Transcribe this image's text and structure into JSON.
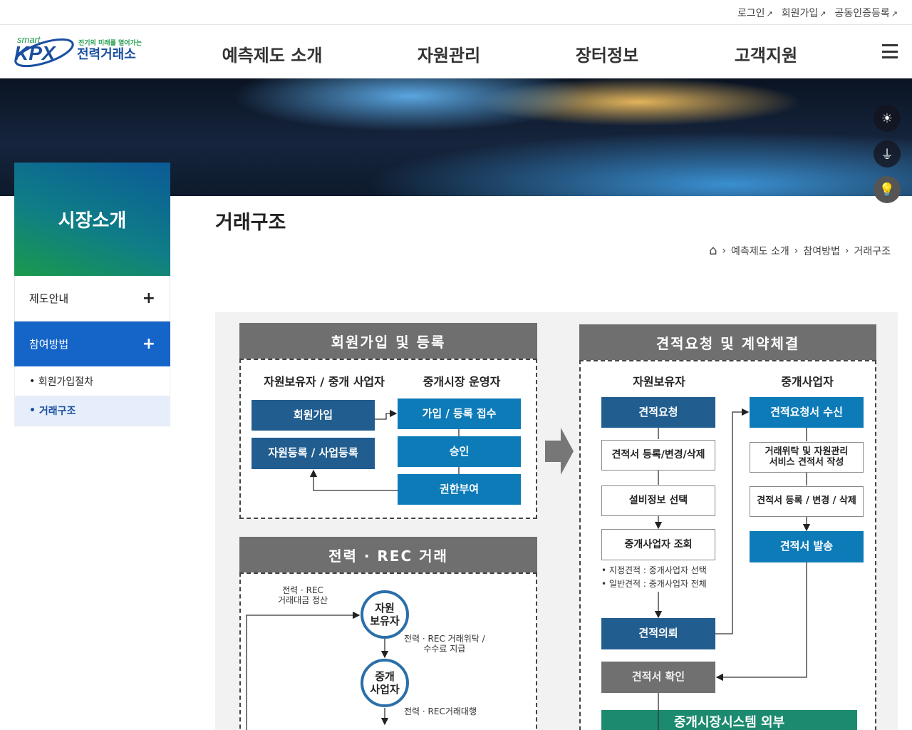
{
  "utility_links": [
    {
      "label": "로그인"
    },
    {
      "label": "회원가입"
    },
    {
      "label": "공동인증등록"
    }
  ],
  "logo": {
    "text": "smart KPX 전기의 미래를 열어가는 전력거래소",
    "tagline": "전기의 미래를 열어가는",
    "name": "전력거래소",
    "mark": "smart KPX"
  },
  "nav": [
    {
      "label": "예측제도 소개"
    },
    {
      "label": "자원관리"
    },
    {
      "label": "장터정보"
    },
    {
      "label": "고객지원"
    }
  ],
  "quick_icons": [
    "solar-panel-icon",
    "plug-icon",
    "eco-bulb-icon"
  ],
  "sidebar": {
    "title": "시장소개",
    "items": [
      {
        "label": "제도안내",
        "icon": "plus"
      },
      {
        "label": "참여방법",
        "icon": "plus",
        "active": true
      }
    ],
    "sub_items": [
      {
        "label": "회원가입절차"
      },
      {
        "label": "거래구조",
        "active": true
      }
    ]
  },
  "page": {
    "title": "거래구조",
    "breadcrumb": [
      "예측제도 소개",
      "참여방법",
      "거래구조"
    ]
  },
  "diagram": {
    "panel1": {
      "title": "회원가입 및 등록",
      "col_left": "자원보유자 / 중개 사업자",
      "col_right": "중개시장 운영자",
      "left_boxes": [
        "회원가입",
        "자원등록 / 사업등록"
      ],
      "right_boxes": [
        "가입 / 등록 접수",
        "승인",
        "권한부여"
      ]
    },
    "panel2": {
      "title": "전력 · REC 거래",
      "circle1": "자원\n보유자",
      "circle2": "중개\n사업자",
      "note1": "전력 · REC\n거래대금 정산",
      "note2": "전력 · REC 거래위탁 /\n수수료 지급",
      "note3": "전력 · REC거래대행"
    },
    "panel3": {
      "title": "견적요청 및 계약체결",
      "col_left": "자원보유자",
      "col_right": "중개사업자",
      "left_boxes": [
        "견적요청",
        "견적서 등록/변경/삭제",
        "설비정보 선택",
        "중개사업자 조회"
      ],
      "bullets": [
        "지정견적 : 중개사업자 선택",
        "일반견적 : 중개사업자 전체"
      ],
      "request": "견적의뢰",
      "confirm": "견적서 확인",
      "right_boxes": [
        "견적요청서 수신",
        "거래위탁 및 자원관리\n서비스 견적서 작성",
        "견적서 등록 / 변경 / 삭제",
        "견적서 발송"
      ],
      "bottom": "중개시장시스템 외부"
    }
  },
  "colors": {
    "dark_blue": "#215d8f",
    "light_blue": "#0d7bb8",
    "header_gray": "#6f6f6f",
    "sidebar_active": "#1565c8",
    "green": "#1b8a6e"
  }
}
